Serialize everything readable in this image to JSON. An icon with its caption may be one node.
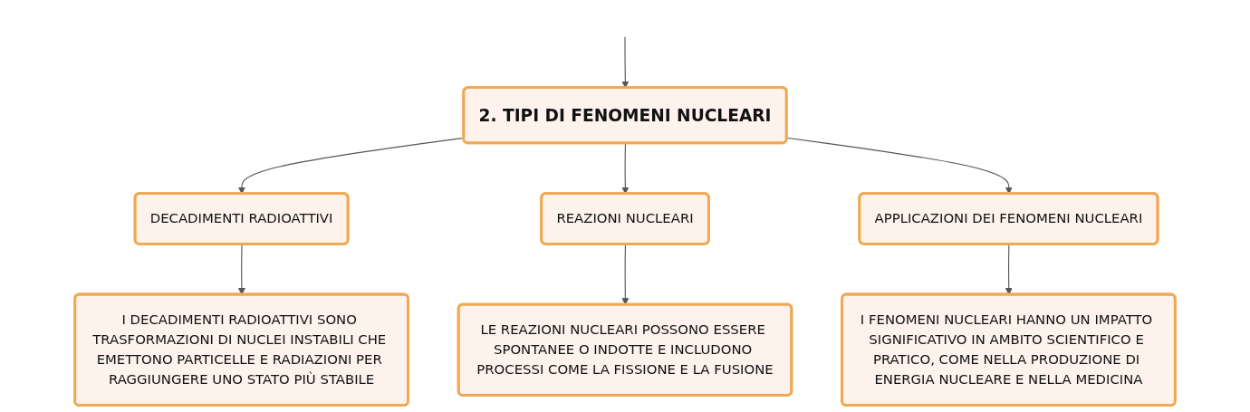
{
  "diagram": {
    "nodes": [
      {
        "text": [
          "2. TIPI DI FENOMENI NUCLEARI"
        ]
      },
      {
        "text": [
          "DECADIMENTI RADIOATTIVI"
        ]
      },
      {
        "text": [
          "REAZIONI NUCLEARI"
        ]
      },
      {
        "text": [
          "APPLICAZIONI DEI FENOMENI NUCLEARI"
        ]
      },
      {
        "text": [
          "I DECADIMENTI RADIOATTIVI SONO TRASFORMAZIONI DI NUCLEI INSTABILI CHE EMETTONO PARTICELLE E RADIAZIONI PER RAGGIUNGERE UNO STATO PIÙ STABILE"
        ]
      },
      {
        "text": [
          "LE REAZIONI NUCLEARI POSSONO ESSERE SPONTANEE O INDOTTE E INCLUDONO PROCESSI COME LA FISSIONE E LA FUSIONE"
        ]
      },
      {
        "text": [
          "I FENOMENI NUCLEARI HANNO UN IMPATTO SIGNIFICATIVO IN AMBITO SCIENTIFICO E PRATICO, COME NELLA PRODUZIONE DI ENERGIA NUCLEARE E NELLA MEDICINA"
        ]
      }
    ],
    "edges": [
      {
        "from": null,
        "to": 0,
        "arrow": "to"
      },
      {
        "from": 0,
        "to": 1,
        "arrow": "to"
      },
      {
        "from": 0,
        "to": 2,
        "arrow": "to"
      },
      {
        "from": 0,
        "to": 3,
        "arrow": "to"
      },
      {
        "from": 1,
        "to": 4,
        "arrow": "to"
      },
      {
        "from": 2,
        "to": 5,
        "arrow": "to"
      },
      {
        "from": 3,
        "to": 6,
        "arrow": "to"
      }
    ]
  }
}
